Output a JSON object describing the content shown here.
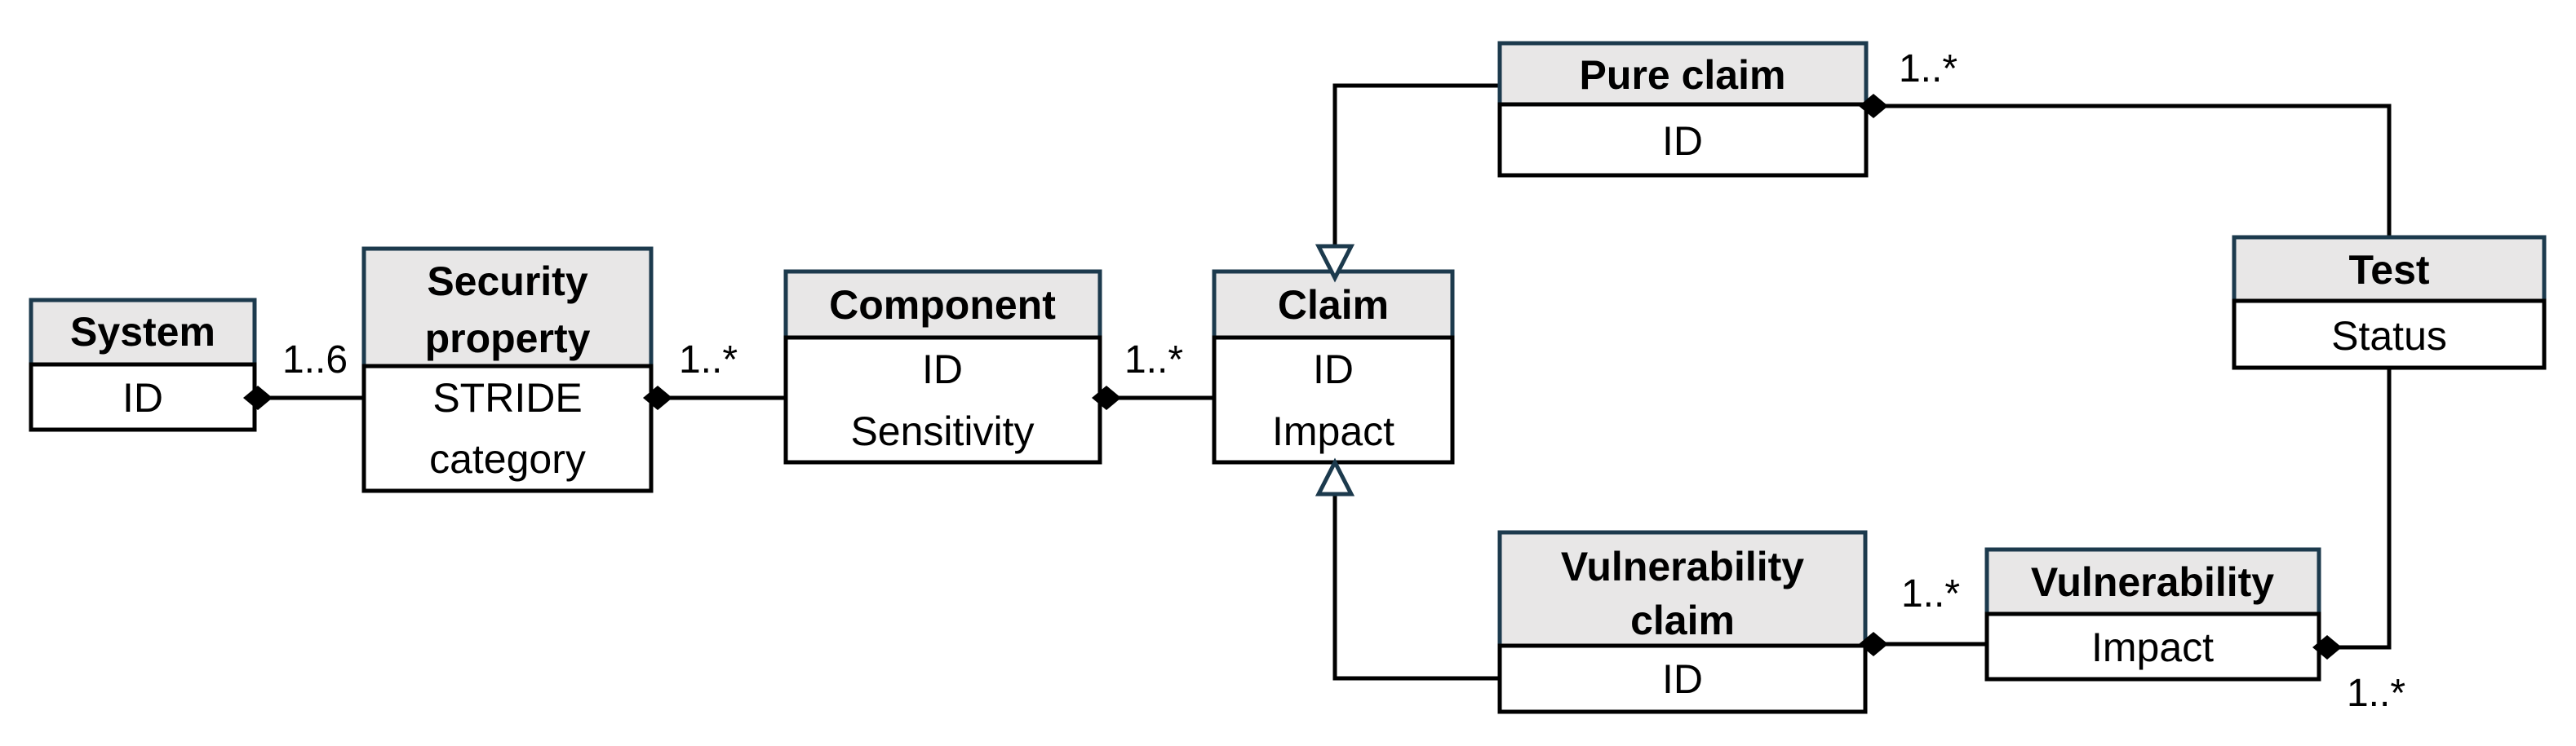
{
  "diagram_type": "uml-class-diagram",
  "background": "#ffffff",
  "colors": {
    "header_fill": "#e8e7e7",
    "header_border": "#1c3a4d",
    "body_fill": "#ffffff",
    "body_border": "#000000",
    "connector": "#000000",
    "generalization_triangle_stroke": "#1c3a4d",
    "text": "#000000"
  },
  "entities": [
    {
      "id": "system",
      "title": "System",
      "title_lines": [
        "System"
      ],
      "attributes": [
        "ID"
      ],
      "attribute_lines": [
        "ID"
      ]
    },
    {
      "id": "security-property",
      "title": "Security property",
      "title_lines": [
        "Security",
        "property"
      ],
      "attributes": [
        "STRIDE category"
      ],
      "attribute_lines": [
        "STRIDE",
        "category"
      ]
    },
    {
      "id": "component",
      "title": "Component",
      "title_lines": [
        "Component"
      ],
      "attributes": [
        "ID",
        "Sensitivity"
      ],
      "attribute_lines": [
        "ID",
        "Sensitivity"
      ]
    },
    {
      "id": "claim",
      "title": "Claim",
      "title_lines": [
        "Claim"
      ],
      "attributes": [
        "ID",
        "Impact"
      ],
      "attribute_lines": [
        "ID",
        "Impact"
      ]
    },
    {
      "id": "pure-claim",
      "title": "Pure claim",
      "title_lines": [
        "Pure claim"
      ],
      "attributes": [
        "ID"
      ],
      "attribute_lines": [
        "ID"
      ]
    },
    {
      "id": "test",
      "title": "Test",
      "title_lines": [
        "Test"
      ],
      "attributes": [
        "Status"
      ],
      "attribute_lines": [
        "Status"
      ]
    },
    {
      "id": "vulnerability-claim",
      "title": "Vulnerability claim",
      "title_lines": [
        "Vulnerability",
        "claim"
      ],
      "attributes": [
        "ID"
      ],
      "attribute_lines": [
        "ID"
      ]
    },
    {
      "id": "vulnerability",
      "title": "Vulnerability",
      "title_lines": [
        "Vulnerability"
      ],
      "attributes": [
        "Impact"
      ],
      "attribute_lines": [
        "Impact"
      ]
    }
  ],
  "relationships": [
    {
      "type": "composition",
      "whole": "System",
      "part": "Security property",
      "multiplicity": "1..6"
    },
    {
      "type": "composition",
      "whole": "Security property",
      "part": "Component",
      "multiplicity": "1..*"
    },
    {
      "type": "composition",
      "whole": "Component",
      "part": "Claim",
      "multiplicity": "1..*"
    },
    {
      "type": "generalization",
      "subclass": "Pure claim",
      "superclass": "Claim"
    },
    {
      "type": "generalization",
      "subclass": "Vulnerability claim",
      "superclass": "Claim"
    },
    {
      "type": "composition",
      "whole": "Pure claim",
      "part": "Test",
      "multiplicity": "1..*"
    },
    {
      "type": "composition",
      "whole": "Vulnerability claim",
      "part": "Vulnerability",
      "multiplicity": "1..*"
    },
    {
      "type": "composition",
      "whole": "Vulnerability",
      "part": "Test",
      "multiplicity": "1..*"
    }
  ]
}
